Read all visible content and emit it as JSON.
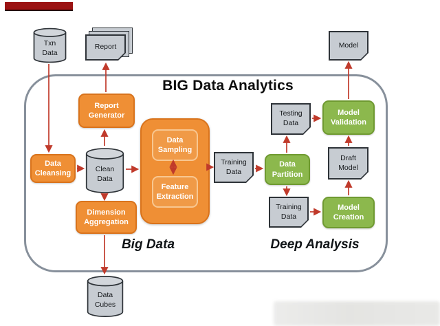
{
  "title": "BIG Data Analytics",
  "section_labels": {
    "big_data": "Big Data",
    "deep_analysis": "Deep Analysis"
  },
  "external_nodes": {
    "txn_data": "Txn\nData",
    "report": "Report",
    "model": "Model",
    "data_cubes": "Data\nCubes"
  },
  "process_nodes": {
    "report_generator": "Report\nGenerator",
    "data_cleansing": "Data\nCleansing",
    "clean_data": "Clean\nData",
    "data_sampling": "Data\nSampling",
    "feature_extraction": "Feature\nExtraction",
    "training_data_mid": "Training\nData",
    "data_partition": "Data\nPartition",
    "testing_data": "Testing\nData",
    "model_validation": "Model\nValidation",
    "draft_model": "Draft\nModel",
    "model_creation": "Model\nCreation",
    "training_data_bottom": "Training\nData",
    "dimension_aggregation": "Dimension\nAggregation"
  },
  "colors": {
    "orange": "#EF8F35",
    "orange_border": "#D9731C",
    "orange_inner": "#F09A47",
    "green": "#8CB84D",
    "green_border": "#6F9A31",
    "node_gray": "#C7CCD2",
    "node_border": "#2E3338",
    "container_border": "#87909B",
    "arrow_red": "#C03A2B",
    "redaction_red": "#9B1313"
  }
}
